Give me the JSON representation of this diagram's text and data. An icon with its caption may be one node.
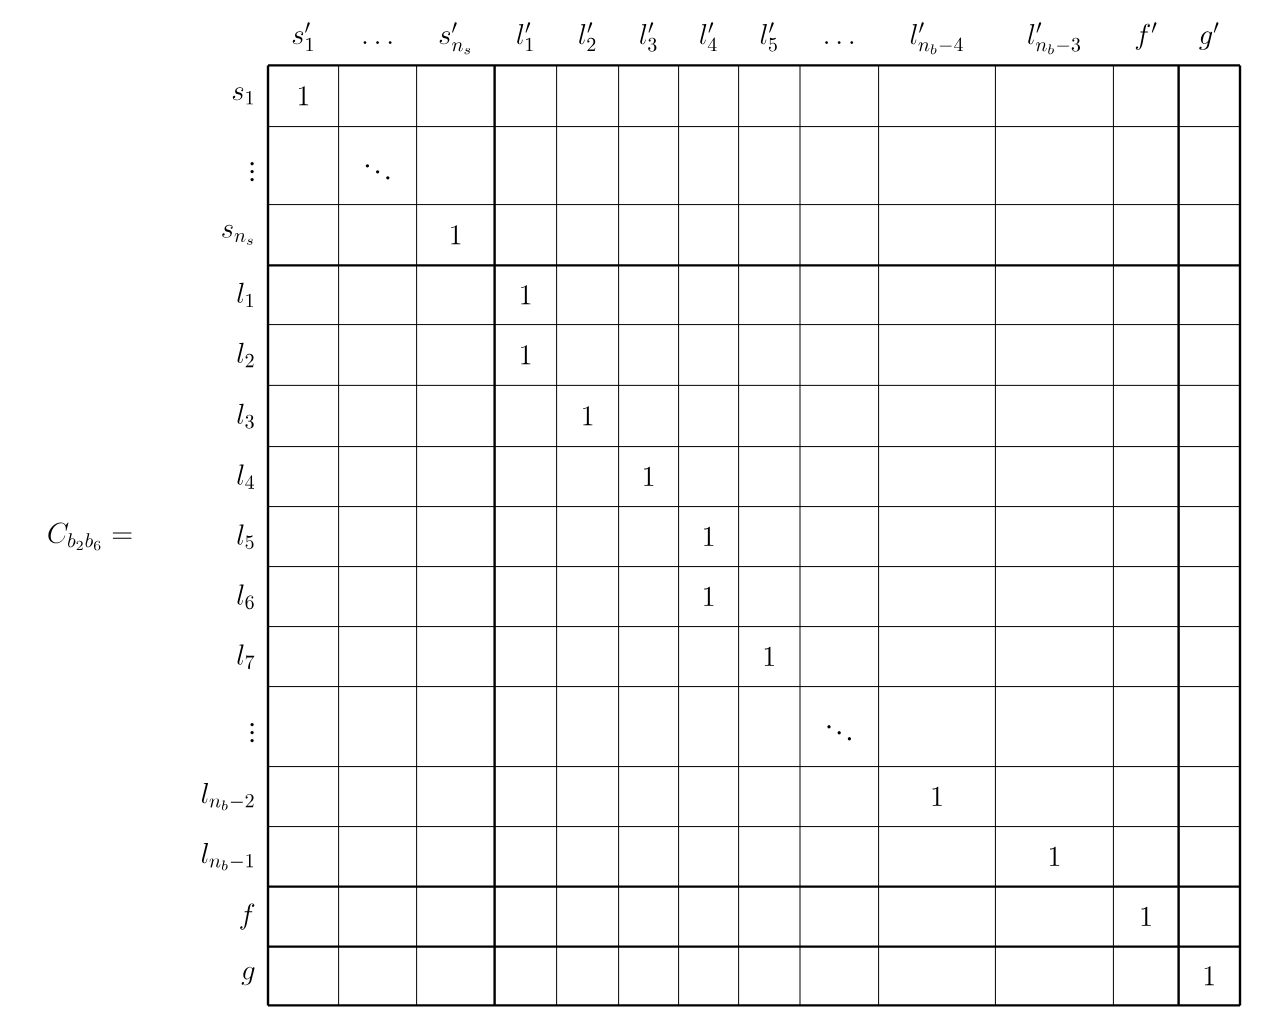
{
  "diagram": {
    "labels": [
      "C_{b_2b_6} =",
      "s'_1",
      "\\dots",
      "s'_{n_s}",
      "l'_1",
      "l'_2",
      "l'_3",
      "l'_4",
      "l'_5",
      "\\dots",
      "l'_{n_b-4}",
      "l'_{n_b-3}",
      "f'",
      "g'",
      "s_1",
      "1",
      "\\vdots",
      "\\ddots",
      "s_{n_s}",
      "1",
      "l_1",
      "1",
      "l_2",
      "1",
      "l_3",
      "1",
      "l_4",
      "1",
      "l_5",
      "1",
      "l_6",
      "1",
      "l_7",
      "1",
      "\\vdots",
      "\\ddots",
      "l_{n_b-2}",
      "1",
      "l_{n_b-1}",
      "1",
      "f",
      "1",
      "g",
      "1"
    ]
  }
}
